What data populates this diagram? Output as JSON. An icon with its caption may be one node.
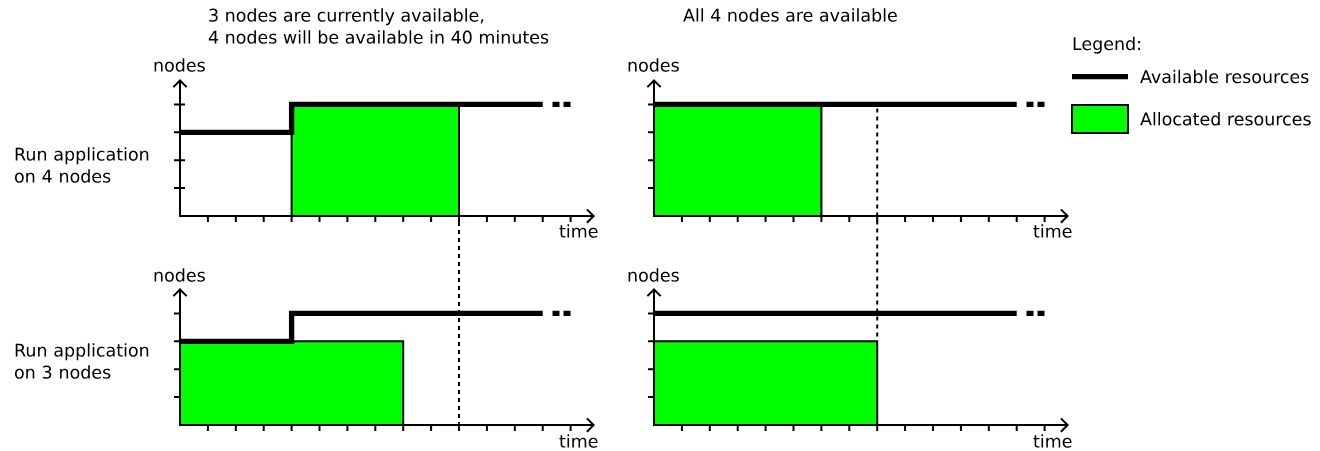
{
  "diagram": {
    "nodes": [
      {
        "text": [],
        "shape": "bar"
      },
      {
        "text": [],
        "shape": "bar"
      },
      {
        "text": [],
        "shape": "bar"
      },
      {
        "text": [],
        "shape": "bar"
      }
    ],
    "edges": [
      {
        "from": 0,
        "to": 2,
        "arrow": "none",
        "style": "dashed"
      },
      {
        "from": 1,
        "to": 3,
        "arrow": "none",
        "style": "dashed"
      }
    ],
    "labels": [
      "3 nodes are currently available, 4 nodes will be available in 40 minutes",
      "All 4 nodes are available",
      "Legend:",
      "nodes",
      "nodes",
      "Run application on 4 nodes",
      "time",
      "time",
      "nodes",
      "nodes",
      "Run application on 3 nodes",
      "time",
      "time"
    ],
    "legend": [
      {
        "text": "Available resources"
      },
      {
        "text": "Allocated resources",
        "color": "#00ff00"
      }
    ]
  }
}
